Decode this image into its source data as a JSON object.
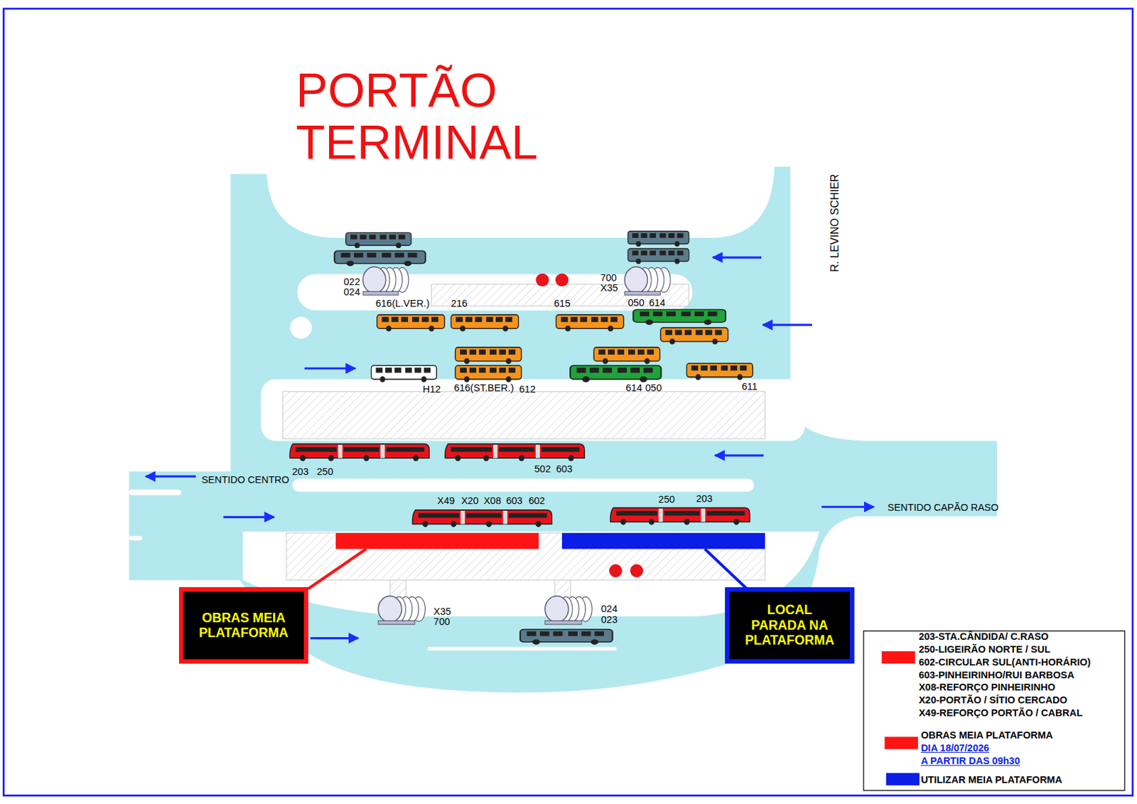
{
  "diagram": {
    "title": "PORTÃO TERMINAL",
    "nodes": [
      {
        "text": [
          "OBRAS MEIA PLATAFORMA"
        ]
      },
      {
        "text": [
          "LOCAL PARADA NA PLATAFORMA"
        ]
      }
    ],
    "labels": [
      "022",
      "024",
      "700",
      "X35",
      "616(L.VER.)",
      "216",
      "615",
      "050",
      "614",
      "H12",
      "616(ST.BER.)",
      "612",
      "614",
      "050",
      "611",
      "203",
      "250",
      "502",
      "603",
      "SENTIDO CENTRO",
      "X49",
      "X20",
      "X08",
      "603",
      "602",
      "250",
      "203",
      "SENTIDO CAPÃO RASO",
      "X35",
      "700",
      "024",
      "023",
      "R. LEVINO SCHIER",
      "203-STA.CÂNDIDA/ C.RASO",
      "250-LIGEIRÃO NORTE / SUL",
      "602-CIRCULAR SUL(ANTI-HORÁRIO)",
      "603-PINHEIRINHO/RUI BARBOSA",
      "X08-REFORÇO PINHEIRINHO",
      "X20-PORTÃO / SÍTIO CERCADO",
      "X49-REFORÇO PORTÃO / CABRAL",
      "DIA 18/07/2026",
      "A PARTIR DAS 09h30"
    ],
    "legend": [
      {
        "text": "OBRAS MEIA PLATAFORMA",
        "color": "#ff1414"
      },
      {
        "text": "UTILIZAR MEIA PLATAFORMA",
        "color": "#0a1ee6"
      }
    ]
  }
}
